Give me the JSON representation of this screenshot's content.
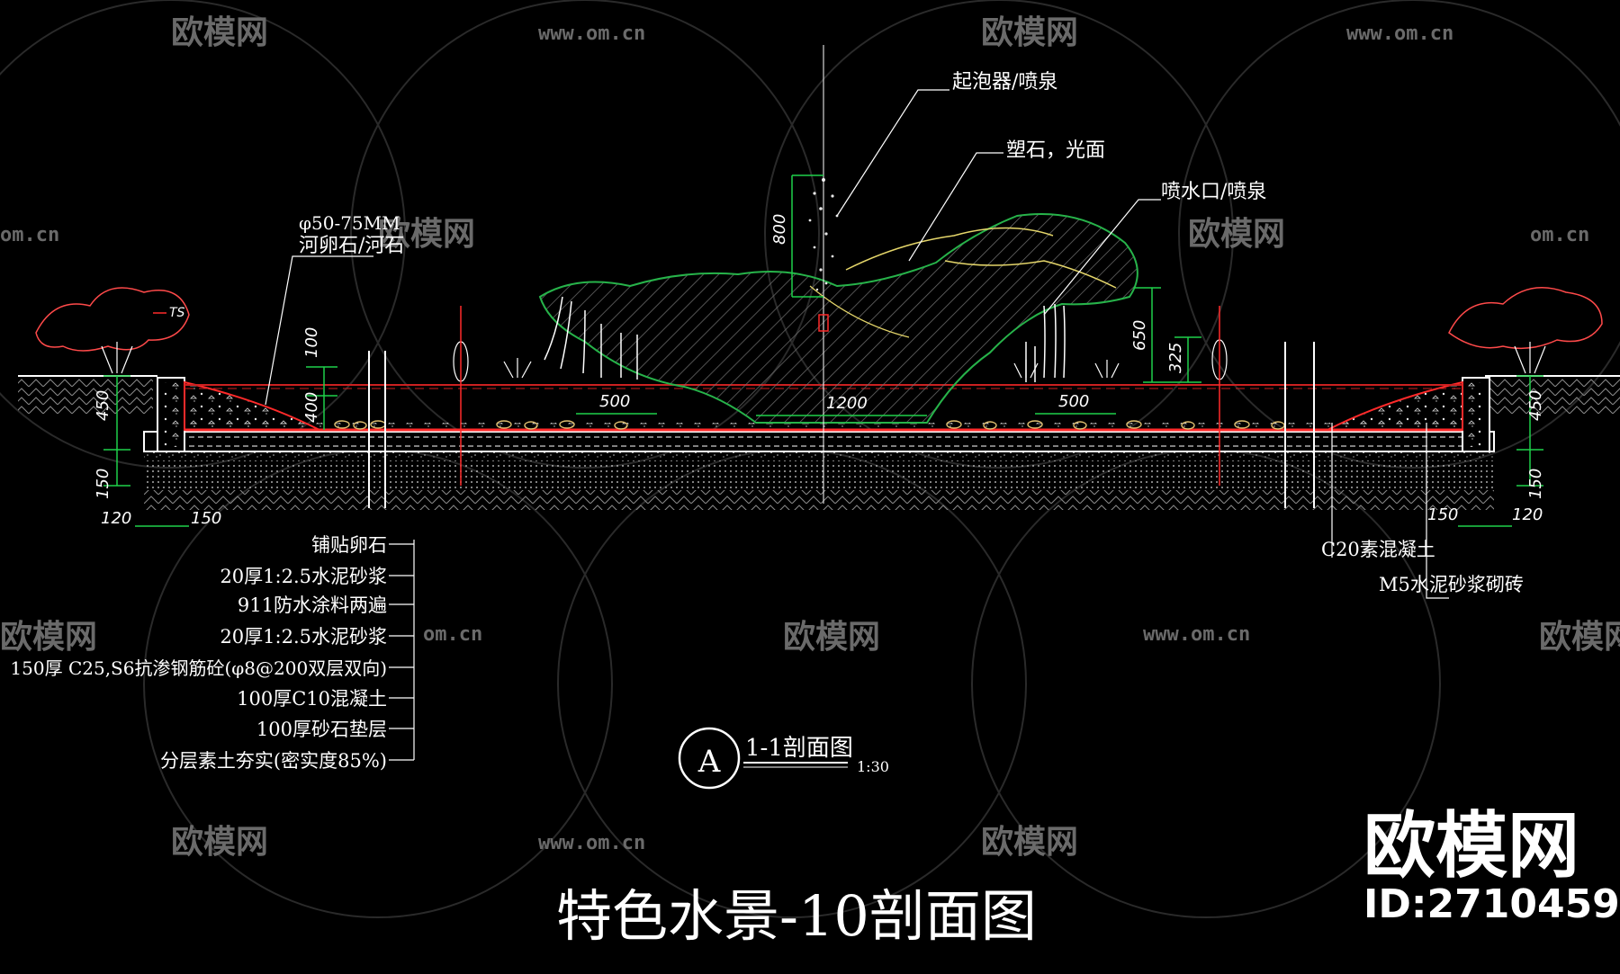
{
  "drawing": {
    "title": "特色水景-10剖面图",
    "section_title": "1-1剖面图",
    "section_symbol": "A",
    "scale": "1:30"
  },
  "callouts": {
    "bubbler": "起泡器/喷泉",
    "rock": "塑石，光面",
    "nozzle": "喷水口/喷泉",
    "pebble_size": "φ50-75MM",
    "pebble_name": "河卵石/河石",
    "tree_tag": "TS",
    "c20": "C20素混凝土",
    "m5": "M5水泥砂浆砌砖"
  },
  "layers": [
    "铺贴卵石",
    "20厚1:2.5水泥砂浆",
    "911防水涂料两遍",
    "20厚1:2.5水泥砂浆",
    "150厚 C25,S6抗渗钢筋砼(φ8@200双层双向)",
    "100厚C10混凝土",
    "100厚砂石垫层",
    "分层素土夯实(密实度85%)"
  ],
  "dimensions": {
    "fountain_height": "800",
    "rock_right_height": "650",
    "jet_height": "325",
    "slope_100": "100",
    "slope_400": "400",
    "span_left": "500",
    "span_center": "1200",
    "span_right": "500",
    "wall_left_450": "450",
    "wall_left_150": "150",
    "base_left_120": "120",
    "base_left_150": "150",
    "wall_right_450": "450",
    "wall_right_150": "150",
    "base_right_150": "150",
    "base_right_120": "120"
  },
  "watermarks": {
    "brand": "欧模网",
    "url_full": "www.om.cn",
    "url_short": "om.cn"
  },
  "badge": {
    "brand": "欧模网",
    "id": "ID:2710459"
  }
}
